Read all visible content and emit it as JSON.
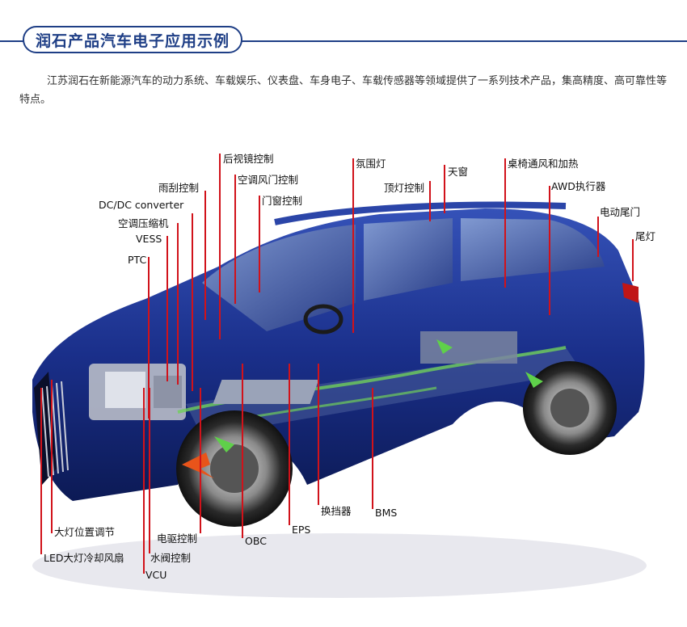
{
  "header": {
    "title": "润石产品汽车电子应用示例"
  },
  "intro": {
    "text": "江苏润石在新能源汽车的动力系统、车载娱乐、仪表盘、车身电子、车载传感器等领域提供了一系列技术产品，集高精度、高可靠性等特点。"
  },
  "labels": {
    "rearview_mirror": "后视镜控制",
    "wiper": "雨刮控制",
    "ac_damper": "空调风门控制",
    "door_window": "门窗控制",
    "dcdc": "DC/DC converter",
    "ac_compressor": "空调压缩机",
    "vess": "VESS",
    "ptc": "PTC",
    "ambient_light": "氛围灯",
    "sunroof": "天窗",
    "dome_light": "顶灯控制",
    "seat_vent_heat": "桌椅通风和加热",
    "awd_actuator": "AWD执行器",
    "power_tailgate": "电动尾门",
    "tail_light": "尾灯",
    "headlight_level": "大灯位置调节",
    "led_fan": "LED大灯冷却风扇",
    "vcu": "VCU",
    "motor_control": "电驱控制",
    "water_valve": "水阀控制",
    "obc": "OBC",
    "eps": "EPS",
    "shifter": "换挡器",
    "bms": "BMS"
  },
  "colors": {
    "brand_blue": "#1f3f86",
    "leader_red": "#d1121a",
    "car_blue": "#1a2f8a"
  }
}
